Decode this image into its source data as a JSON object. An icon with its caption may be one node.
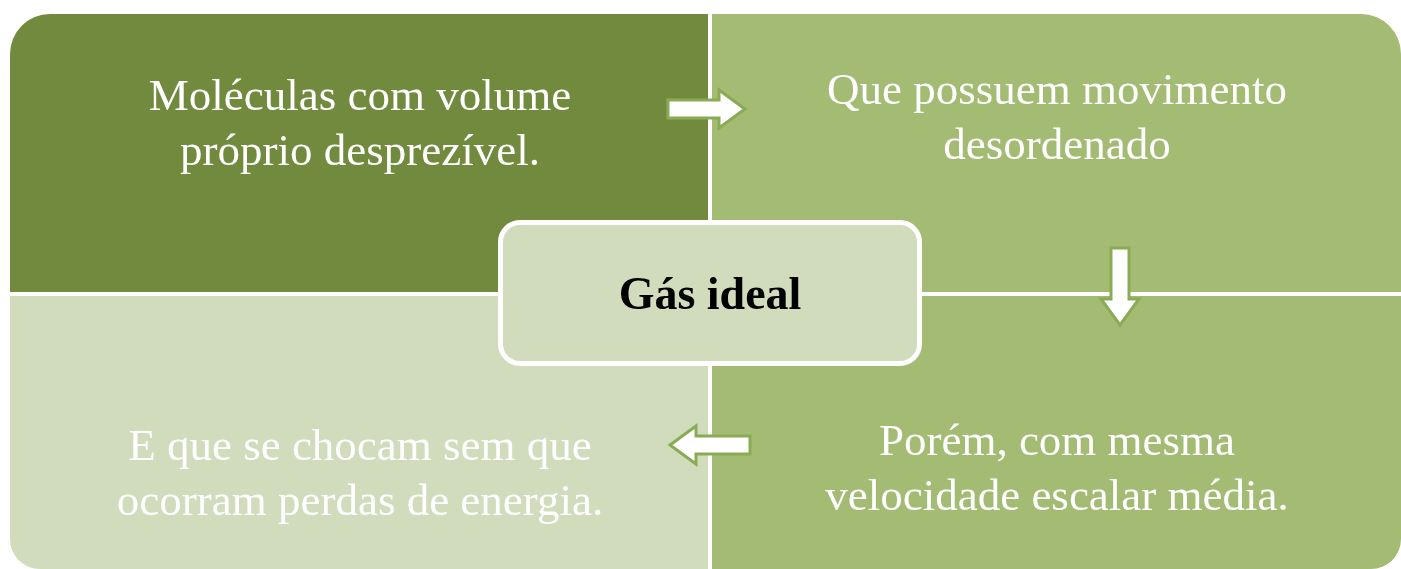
{
  "diagram": {
    "nodes": [
      {
        "text": [
          "Moléculas com volume próprio desprezível."
        ]
      },
      {
        "text": [
          "Que possuem movimento desordenado"
        ]
      },
      {
        "text": [
          "Gás ideal"
        ]
      },
      {
        "text": [
          "E que se chocam sem que ocorram perdas de energia."
        ]
      },
      {
        "text": [
          "Porém, com mesma velocidade escalar média."
        ]
      }
    ],
    "edges": [
      {
        "from": 0,
        "to": 1,
        "arrow": "to"
      },
      {
        "from": 1,
        "to": 4,
        "arrow": "to"
      },
      {
        "from": 4,
        "to": 3,
        "arrow": "to"
      }
    ]
  }
}
